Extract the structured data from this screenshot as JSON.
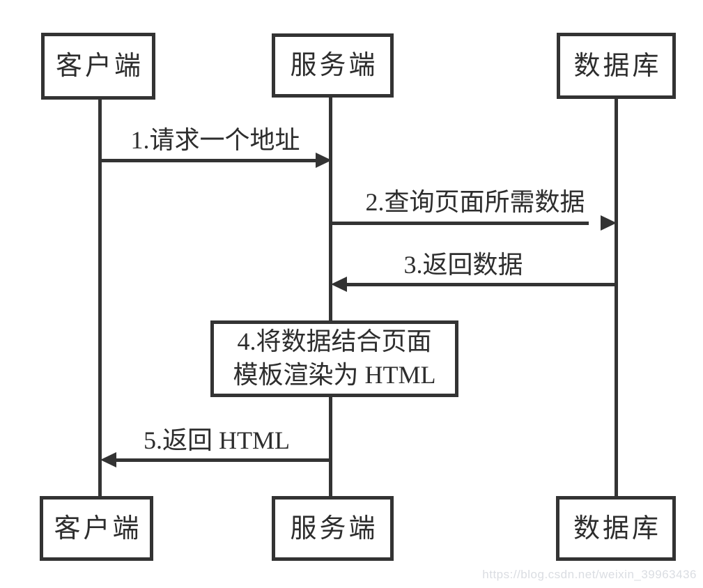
{
  "diagram": {
    "type": "sequence-diagram",
    "actors": [
      {
        "id": "client",
        "label": "客户端"
      },
      {
        "id": "server",
        "label": "服务端"
      },
      {
        "id": "database",
        "label": "数据库"
      }
    ],
    "messages": [
      {
        "step": 1,
        "label": "1.请求一个地址",
        "from": "client",
        "to": "server"
      },
      {
        "step": 2,
        "label": "2.查询页面所需数据",
        "from": "server",
        "to": "database"
      },
      {
        "step": 3,
        "label": "3.返回数据",
        "from": "database",
        "to": "server"
      },
      {
        "step": 5,
        "label": "5.返回 HTML",
        "from": "server",
        "to": "client"
      }
    ],
    "note": {
      "step": 4,
      "on": "server",
      "line1": "4.将数据结合页面",
      "line2": "模板渲染为 HTML"
    },
    "colors": {
      "line": "#333333",
      "text": "#2d2d2d",
      "background": "#ffffff",
      "watermark": "#dadde2"
    }
  },
  "watermark": {
    "text": "https://blog.csdn.net/weixin_39963436"
  }
}
